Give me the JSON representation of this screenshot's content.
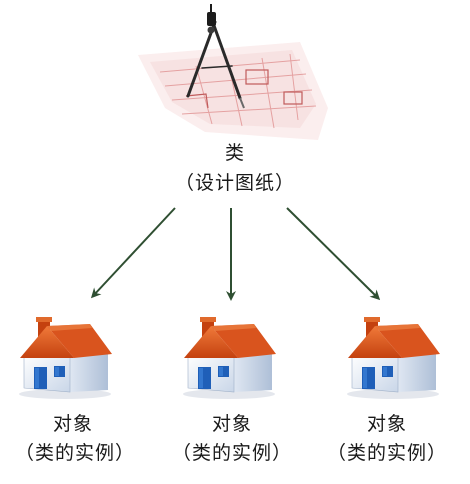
{
  "class_node": {
    "title": "类",
    "subtitle": "（设计图纸）",
    "icon": "blueprint-compass-icon"
  },
  "object_nodes": [
    {
      "title": "对象",
      "subtitle": "（类的实例）",
      "icon": "house-icon"
    },
    {
      "title": "对象",
      "subtitle": "（类的实例）",
      "icon": "house-icon"
    },
    {
      "title": "对象",
      "subtitle": "（类的实例）",
      "icon": "house-icon"
    }
  ],
  "colors": {
    "arrow": "#2f4f32",
    "roof": "#d9541e",
    "wall": "#e8eef6",
    "window": "#1f5fb8",
    "blueprint": "#f7e3e3"
  }
}
